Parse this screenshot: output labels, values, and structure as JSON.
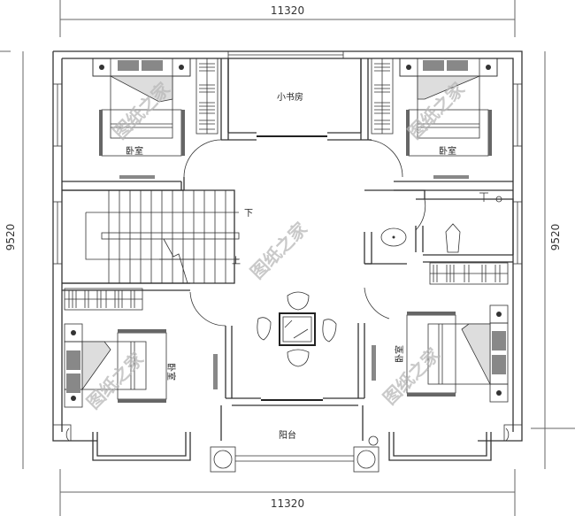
{
  "dimensions": {
    "top_width": "11320",
    "bottom_width": "11320",
    "left_height": "9520",
    "right_height": "9520"
  },
  "rooms": {
    "study": "小书房",
    "bedroom_top_left": "卧室",
    "bedroom_top_right": "卧室",
    "bedroom_bottom_left": "卧室",
    "bedroom_bottom_right": "卧室",
    "balcony": "阳台"
  },
  "stairs": {
    "down_label": "下",
    "up_label": "上"
  },
  "watermark": {
    "text": "图纸之家"
  },
  "colors": {
    "line": "#333333",
    "background": "#ffffff",
    "watermark": "#b8b8b8"
  }
}
